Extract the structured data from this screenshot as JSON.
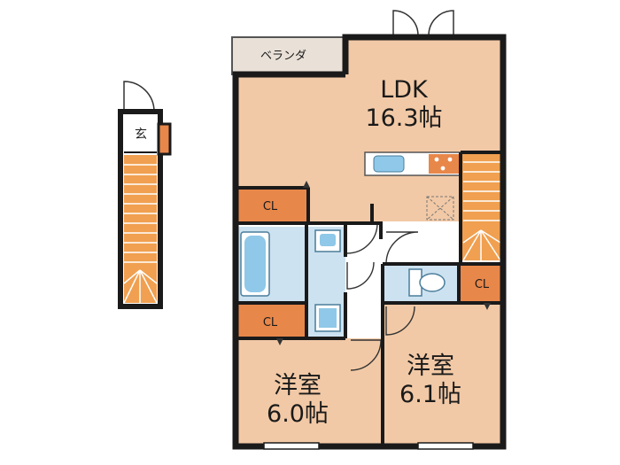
{
  "floorplan": {
    "ldk": {
      "name": "LDK",
      "size": "16.3帖"
    },
    "veranda": {
      "label": "ベランダ"
    },
    "entrance": {
      "label": "玄"
    },
    "western_room_left": {
      "name": "洋室",
      "size": "6.0帖"
    },
    "western_room_right": {
      "name": "洋室",
      "size": "6.1帖"
    },
    "closets": [
      "CL",
      "CL",
      "CL"
    ]
  },
  "colors": {
    "room_fill": "#f2c9a6",
    "closet_fill": "#e8874a",
    "wet_fill": "#cde2f0",
    "fixture_fill": "#8fc8e8",
    "veranda_fill": "#e9e1d8",
    "wall": "#1a1a1a"
  }
}
